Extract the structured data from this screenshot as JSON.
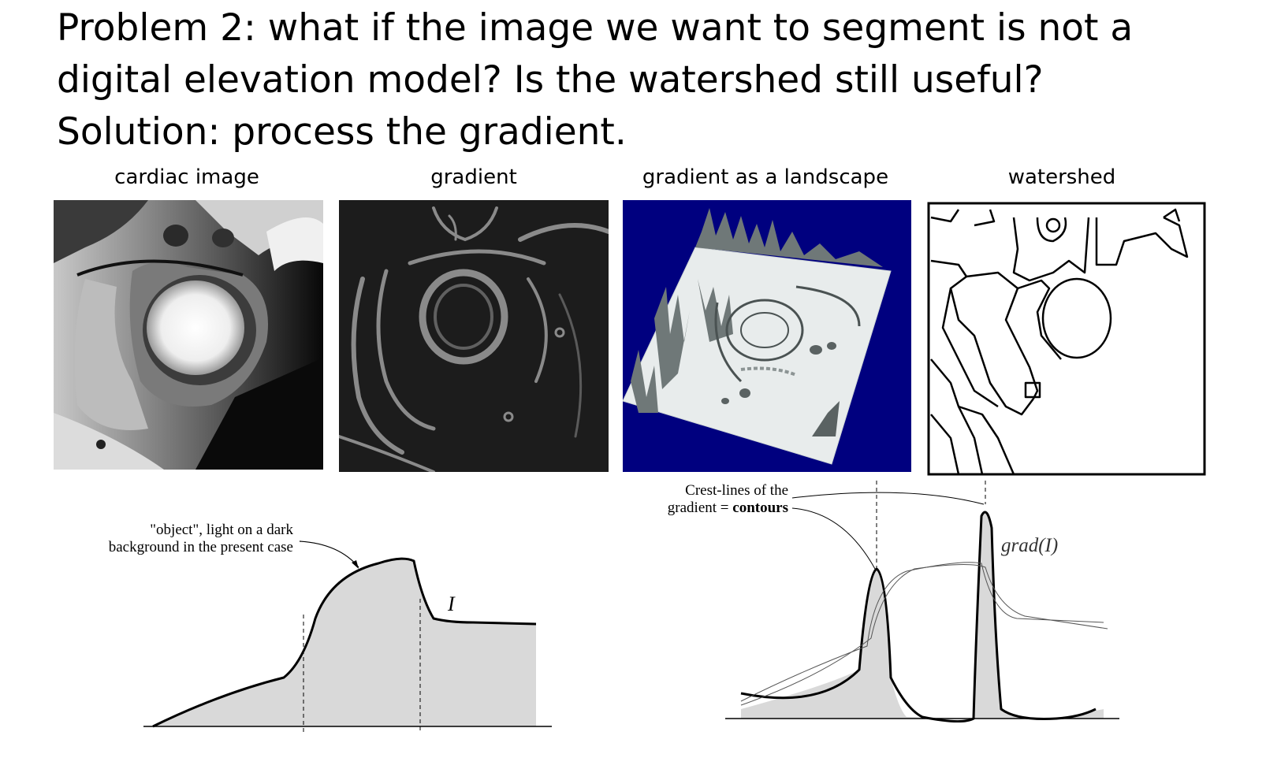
{
  "title": {
    "line1": "Problem 2: what if the image we want to segment is not a",
    "line2": "digital elevation model? Is the watershed still useful?",
    "line3": "Solution: process the gradient."
  },
  "panels": [
    {
      "caption": "cardiac image"
    },
    {
      "caption": "gradient"
    },
    {
      "caption": "gradient as a landscape"
    },
    {
      "caption": "watershed"
    }
  ],
  "left_plot": {
    "annotation_line1": "\"object\", light on a dark",
    "annotation_line2": "background in the present case",
    "curve_label": "I"
  },
  "right_plot": {
    "annotation_line1": "Crest-lines of the",
    "annotation_line2_prefix": "gradient = ",
    "annotation_line2_bold": "contours",
    "curve_label": "grad(I)"
  },
  "colors": {
    "landscape_bg": "#00007f",
    "plot_fill": "#d9d9d9"
  }
}
